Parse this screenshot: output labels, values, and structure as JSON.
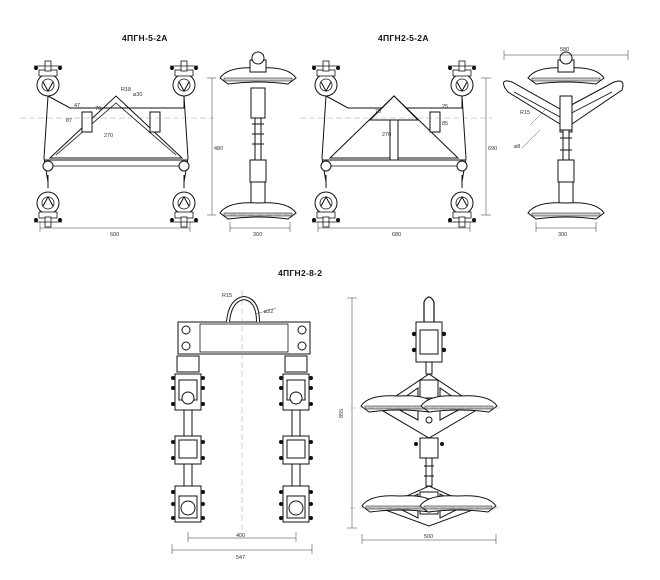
{
  "titles": {
    "top_left": "4ПГН-5-2А",
    "top_right": "4ПГН2-5-2А",
    "bottom": "4ПГН2-8-2"
  },
  "dimensions": {
    "view1": {
      "r18": "R18",
      "d30": "⌀30",
      "d47": "47",
      "d87": "87",
      "d70": "70",
      "d270": "270",
      "width": "600",
      "height": "480"
    },
    "view2": {
      "width": "300"
    },
    "view3": {
      "d70": "70",
      "d270": "270",
      "d85": "85",
      "d25": "25",
      "width": "680",
      "height": "690"
    },
    "view4": {
      "width_top": "580",
      "r15": "R15",
      "d8": "⌀8",
      "width_bottom": "300"
    },
    "view5": {
      "r15": "R15",
      "d22": "⌀22",
      "inner": "400",
      "outer": "547"
    },
    "view6": {
      "height": "855",
      "width": "500"
    }
  }
}
